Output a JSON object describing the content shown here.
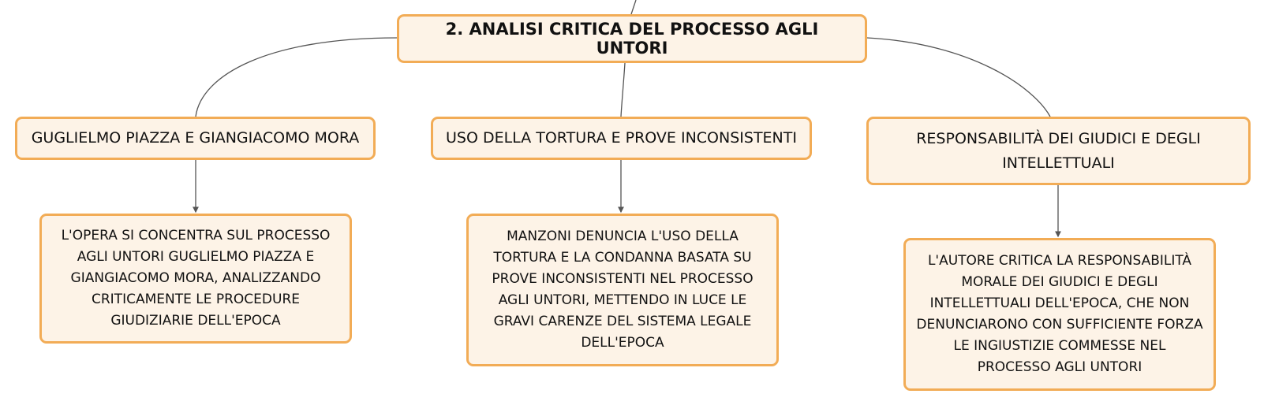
{
  "map": {
    "root": {
      "label": "2. ANALISI CRITICA DEL PROCESSO AGLI UNTORI"
    },
    "topics": [
      {
        "label": "GUGLIELMO PIAZZA E GIANGIACOMO MORA",
        "detail": "L'OPERA SI CONCENTRA SUL PROCESSO AGLI UNTORI GUGLIELMO PIAZZA E GIANGIACOMO MORA, ANALIZZANDO CRITICAMENTE LE PROCEDURE GIUDIZIARIE DELL'EPOCA"
      },
      {
        "label": "USO DELLA TORTURA E PROVE INCONSISTENTI",
        "detail": "MANZONI DENUNCIA L'USO DELLA TORTURA E LA CONDANNA BASATA SU PROVE INCONSISTENTI NEL PROCESSO AGLI UNTORI, METTENDO IN LUCE LE GRAVI CARENZE DEL SISTEMA LEGALE DELL'EPOCA"
      },
      {
        "label": "RESPONSABILITÀ DEI GIUDICI E DEGLI INTELLETTUALI",
        "detail": "L'AUTORE CRITICA LA RESPONSABILITÀ MORALE DEI GIUDICI E DEGLI INTELLETTUALI DELL'EPOCA, CHE NON DENUNCIARONO CON SUFFICIENTE FORZA LE INGIUSTIZIE COMMESSE NEL PROCESSO AGLI UNTORI"
      }
    ]
  },
  "colors": {
    "node_fill": "#fdf3e7",
    "node_border": "#f2ac56",
    "connector": "#555555",
    "text": "#111111"
  }
}
